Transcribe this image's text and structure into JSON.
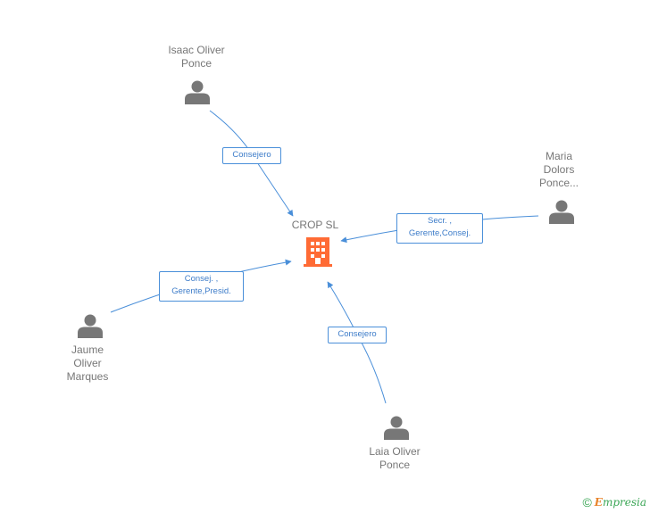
{
  "center": {
    "name": "CROP SL",
    "color": "#ff6b35"
  },
  "people": [
    {
      "key": "isaac",
      "name": "Isaac Oliver\nPonce"
    },
    {
      "key": "maria",
      "name": "Maria\nDolors\nPonce..."
    },
    {
      "key": "jaume",
      "name": "Jaume\nOliver\nMarques"
    },
    {
      "key": "laia",
      "name": "Laia Oliver\nPonce"
    }
  ],
  "relations": [
    {
      "from": "isaac",
      "label": "Consejero"
    },
    {
      "from": "maria",
      "label": "Secr. ,\nGerente,Consej."
    },
    {
      "from": "jaume",
      "label": "Consej. ,\nGerente,Presid."
    },
    {
      "from": "laia",
      "label": "Consejero"
    }
  ],
  "colors": {
    "edge": "#4a8fd9",
    "person_icon": "#777777"
  },
  "footer": {
    "copyright_symbol": "©",
    "brand_initial": "E",
    "brand_rest": "mpresia"
  }
}
